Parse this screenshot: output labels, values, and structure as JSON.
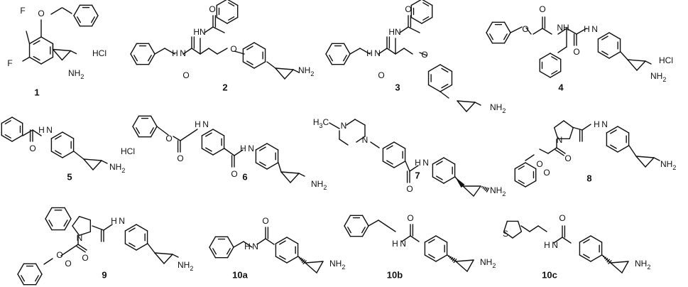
{
  "compounds": [
    {
      "id": "1",
      "atoms": [
        "F",
        "F",
        "O",
        "HCl",
        "NH2"
      ]
    },
    {
      "id": "2",
      "atoms": [
        "O",
        "HN",
        "H N",
        "O",
        "O",
        "NH2"
      ]
    },
    {
      "id": "3",
      "atoms": [
        "O",
        "HN",
        "H N",
        "O",
        "O",
        "NH2"
      ]
    },
    {
      "id": "4",
      "atoms": [
        "O",
        "O",
        "NH",
        "H N",
        "O",
        "HCl",
        "NH2"
      ]
    },
    {
      "id": "5",
      "atoms": [
        "H N",
        "O",
        "HCl",
        "NH2"
      ]
    },
    {
      "id": "6",
      "atoms": [
        "H N",
        "O",
        "O",
        "H N",
        "O",
        "NH2"
      ]
    },
    {
      "id": "7",
      "atoms": [
        "H3C",
        "N",
        "N",
        "H N",
        "O",
        "NH2"
      ]
    },
    {
      "id": "8",
      "atoms": [
        "H N",
        "N",
        "O",
        "O",
        "O",
        "NH2"
      ]
    },
    {
      "id": "9",
      "atoms": [
        "H N",
        "N",
        "O",
        "O",
        "O",
        "NH2"
      ]
    },
    {
      "id": "10a",
      "atoms": [
        "O",
        "H N",
        "NH2"
      ]
    },
    {
      "id": "10b",
      "atoms": [
        "O",
        "H N",
        "NH2"
      ]
    },
    {
      "id": "10c",
      "atoms": [
        "S",
        "O",
        "H N",
        "NH2"
      ]
    }
  ]
}
